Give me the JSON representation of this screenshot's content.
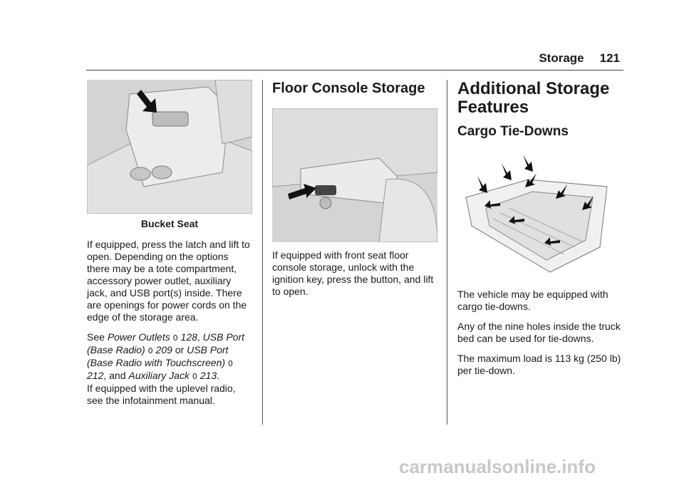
{
  "header": {
    "section": "Storage",
    "page": "121"
  },
  "col1": {
    "caption": "Bucket Seat",
    "para1": "If equipped, press the latch and lift to open. Depending on the options there may be a tote compartment, accessory power outlet, auxiliary jack, and USB port(s) inside. There are openings for power cords on the edge of the storage area.",
    "see_prefix": "See",
    "ref1": "Power Outlets",
    "ref1_page": "128",
    "ref2": "USB Port (Base Radio)",
    "ref2_page": "209",
    "or_text": "or",
    "ref3": "USB Port (Base Radio with Touchscreen)",
    "ref3_page": "212",
    "and_text": ", and",
    "ref4": "Auxiliary Jack",
    "ref4_page": "213",
    "para3": "If equipped with the uplevel radio, see the infotainment manual."
  },
  "col2": {
    "heading": "Floor Console Storage",
    "para1": "If equipped with front seat floor console storage, unlock with the ignition key, press the button, and lift to open."
  },
  "col3": {
    "heading": "Additional Storage Features",
    "subheading": "Cargo Tie-Downs",
    "para1": "The vehicle may be equipped with cargo tie-downs.",
    "para2": "Any of the nine holes inside the truck bed can be used for tie-downs.",
    "para3": "The maximum load is 113 kg (250 lb) per tie-down."
  },
  "page_ref_symbol": "0",
  "watermark": "carmanualsonline.info"
}
